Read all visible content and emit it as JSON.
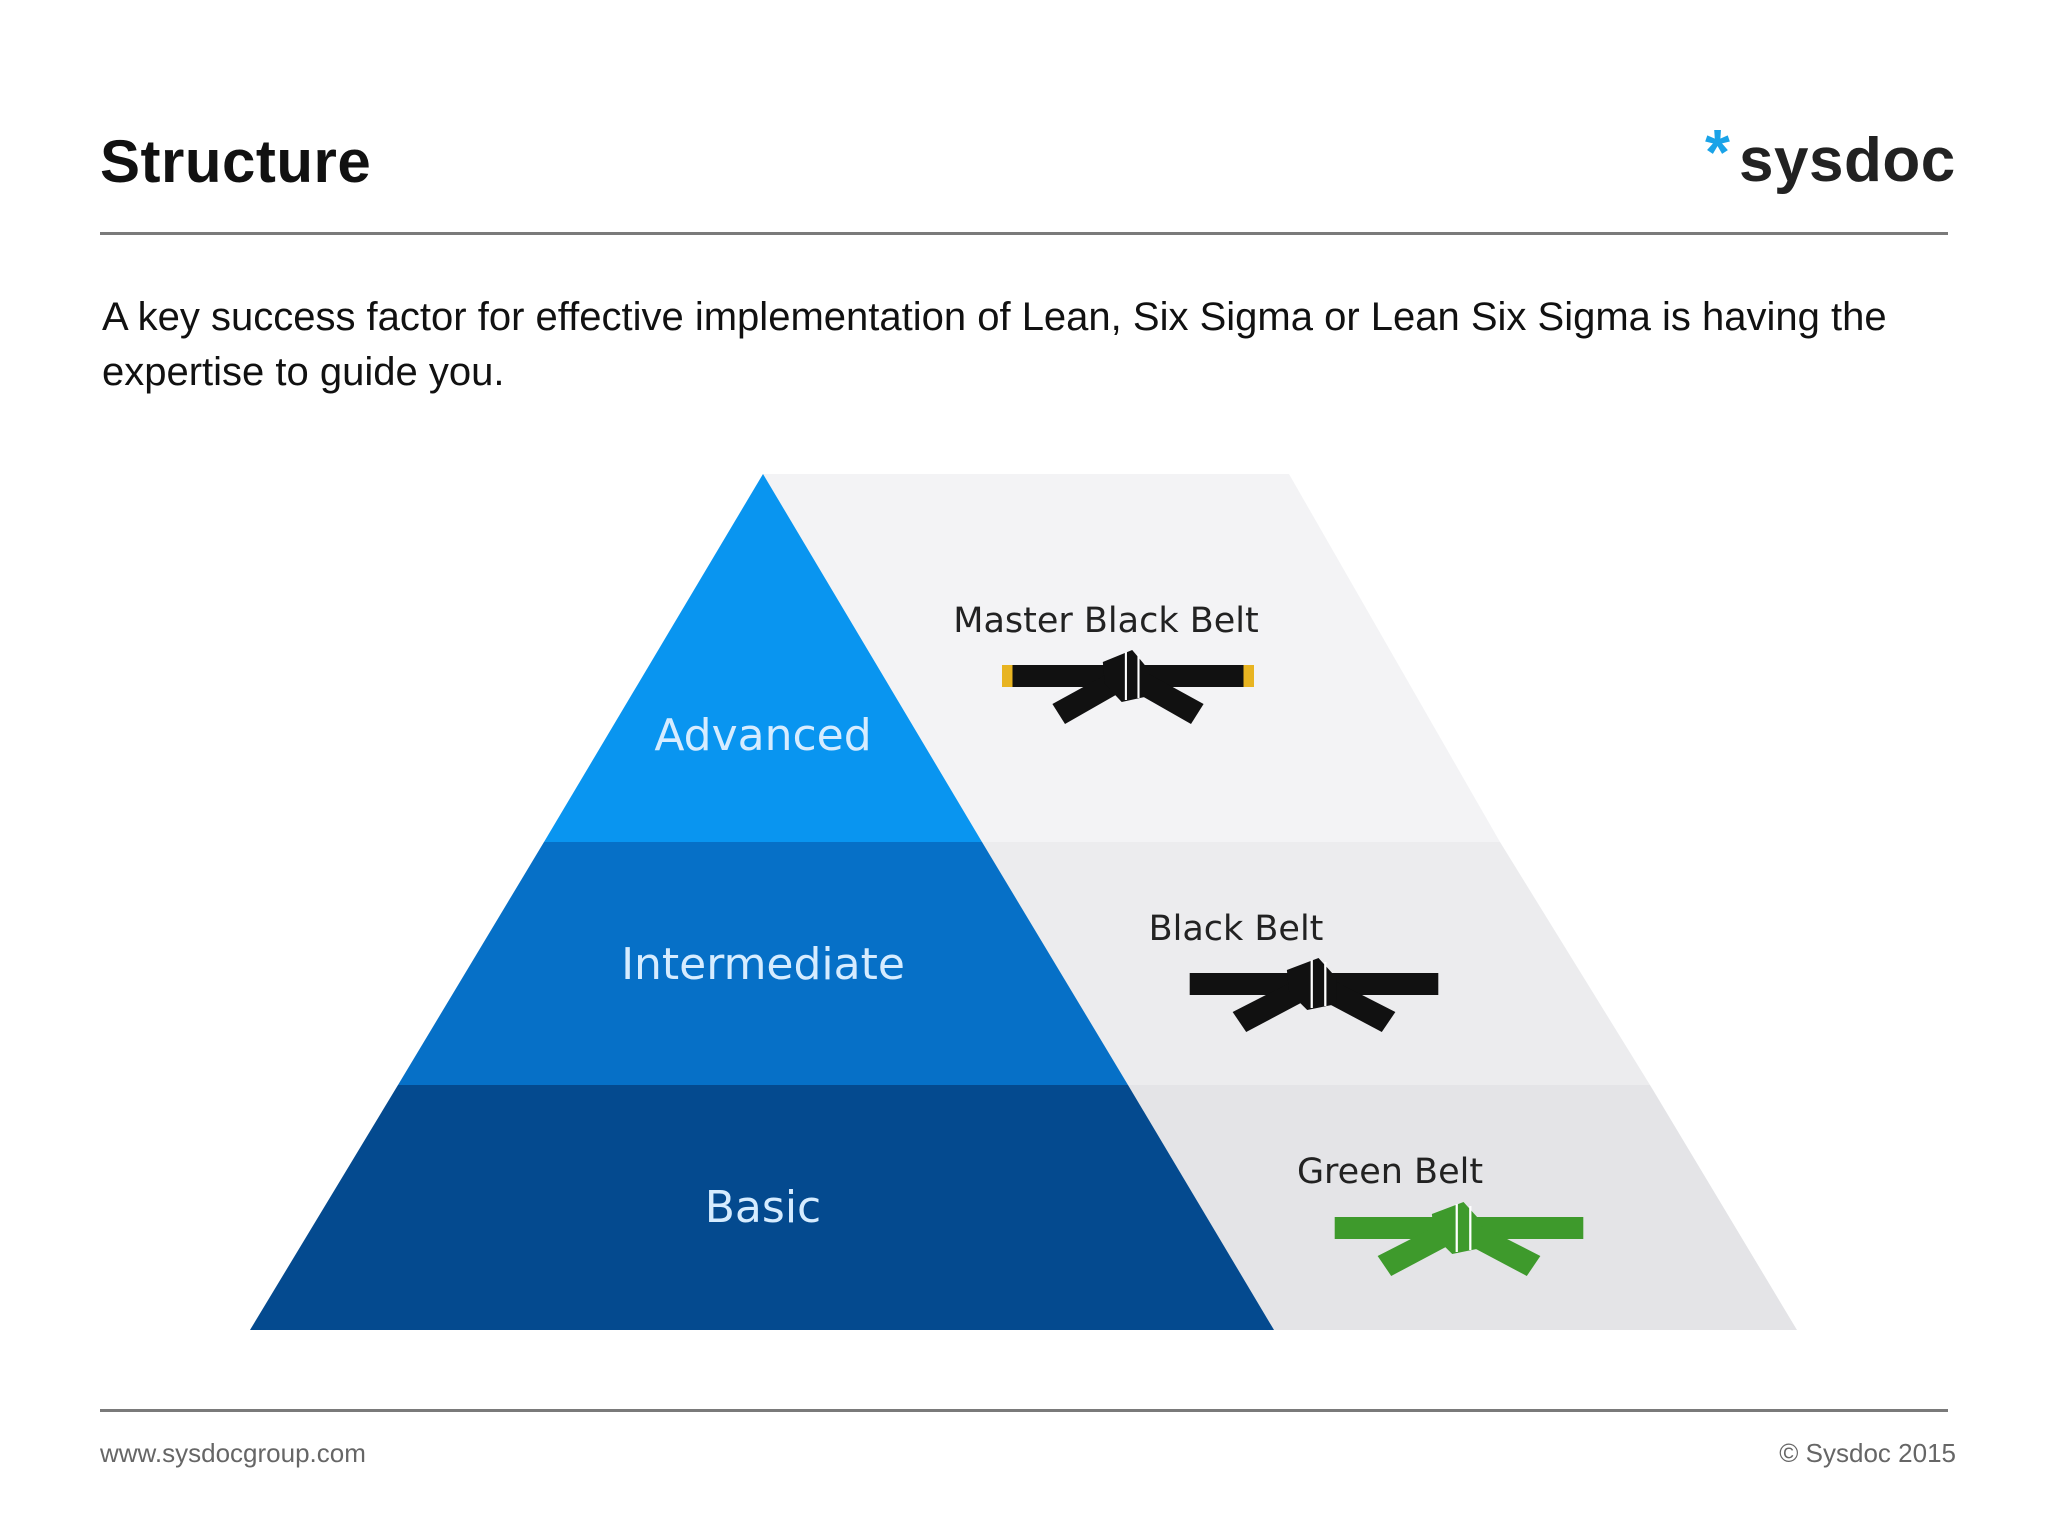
{
  "slide": {
    "title": "Structure",
    "logo_star": "*",
    "logo_text": "sysdoc",
    "intro": "A key success factor for effective implementation of Lean, Six Sigma or Lean Six Sigma is having the expertise to guide you."
  },
  "pyramid": {
    "levels": [
      {
        "label": "Advanced",
        "color": "#0995f0"
      },
      {
        "label": "Intermediate",
        "color": "#0670c7"
      },
      {
        "label": "Basic",
        "color": "#044a8f"
      }
    ],
    "belts": [
      {
        "label": "Master Black Belt",
        "color": "#111111",
        "tip_color": "#e8b421",
        "icon": "master-black-belt-icon"
      },
      {
        "label": "Black Belt",
        "color": "#111111",
        "icon": "black-belt-icon"
      },
      {
        "label": "Green Belt",
        "color": "#3e9a2c",
        "icon": "green-belt-icon"
      }
    ]
  },
  "footer": {
    "website": "www.sysdocgroup.com",
    "copyright": "© Sysdoc 2015"
  }
}
